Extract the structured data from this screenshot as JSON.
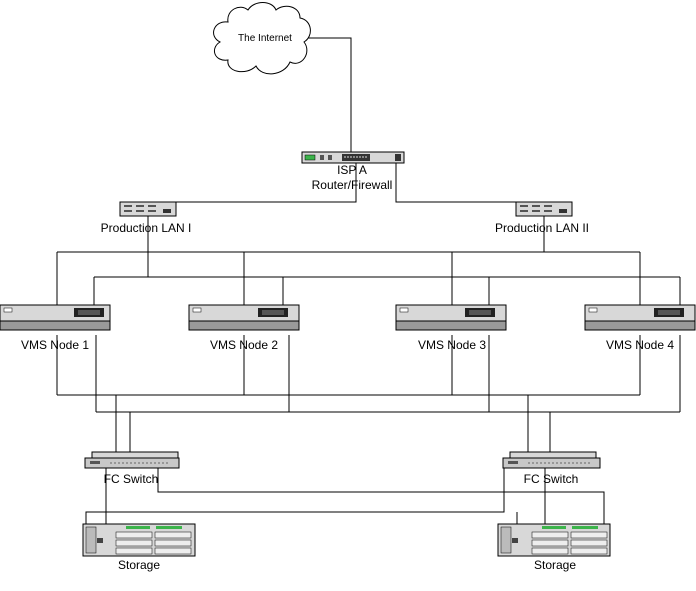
{
  "internet": {
    "label": "The Internet"
  },
  "router": {
    "label_line1": "ISP A",
    "label_line2": "Router/Firewall"
  },
  "lans": [
    {
      "label": "Production LAN I"
    },
    {
      "label": "Production LAN II"
    }
  ],
  "nodes": [
    {
      "label": "VMS Node 1"
    },
    {
      "label": "VMS Node 2"
    },
    {
      "label": "VMS Node 3"
    },
    {
      "label": "VMS Node 4"
    }
  ],
  "fc_switches": [
    {
      "label": "FC Switch"
    },
    {
      "label": "FC Switch"
    }
  ],
  "storage": [
    {
      "label": "Storage"
    },
    {
      "label": "Storage"
    }
  ],
  "colors": {
    "device_body": "#d8d8d8",
    "device_base": "#9a9a9a",
    "line": "#000000",
    "led_green": "#3cb44b"
  }
}
